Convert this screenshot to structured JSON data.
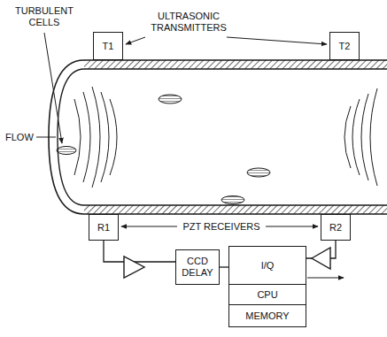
{
  "diagram": {
    "nodes": [
      {
        "text": [
          "T1"
        ]
      },
      {
        "text": [
          "T2"
        ]
      },
      {
        "text": [
          "R1"
        ]
      },
      {
        "text": [
          "R2"
        ]
      },
      {
        "text": [
          "CCD DELAY"
        ]
      },
      {
        "text": [
          "I/Q"
        ]
      },
      {
        "text": [
          "CPU"
        ]
      },
      {
        "text": [
          "MEMORY"
        ]
      }
    ],
    "edges": [
      {
        "from": 2,
        "to": 4,
        "arrow": "none"
      },
      {
        "from": 4,
        "to": 5,
        "arrow": "none"
      },
      {
        "from": 3,
        "to": 5,
        "arrow": "none"
      }
    ],
    "labels": [
      "TURBULENT CELLS",
      "ULTRASONIC TRANSMITTERS",
      "FLOW",
      "PZT RECEIVERS"
    ]
  }
}
